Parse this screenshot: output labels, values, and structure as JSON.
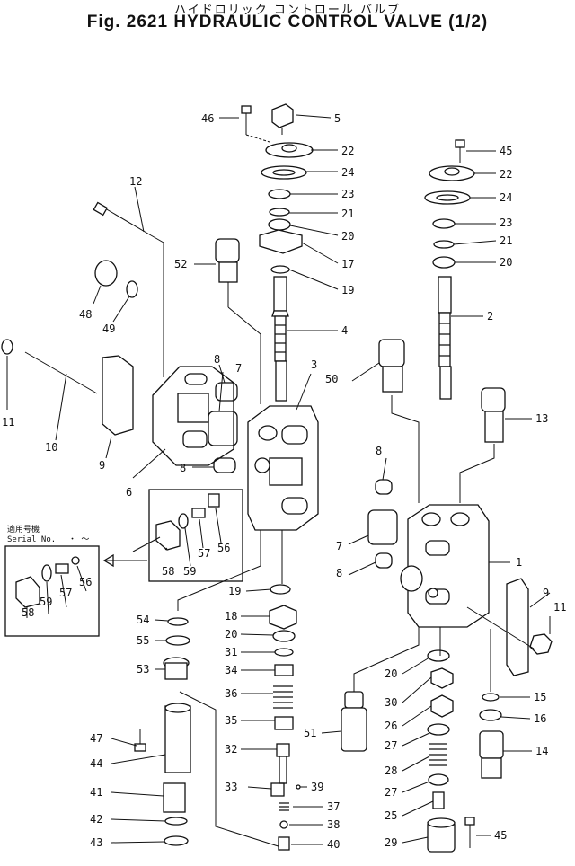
{
  "title_jp": "ハイドロリック コントロール バルブ",
  "title_en": "Fig. 2621 HYDRAULIC CONTROL VALVE (1/2)",
  "serial_box": {
    "label_jp": "適用号機",
    "label_en": "Serial No.",
    "range": "・ ～"
  },
  "callouts": {
    "p46": "46",
    "p5": "5",
    "p22a": "22",
    "p45a": "45",
    "p22b": "22",
    "p24a": "24",
    "p24b": "24",
    "p23a": "23",
    "p23b": "23",
    "p21a": "21",
    "p21b": "21",
    "p20a": "20",
    "p20b": "20",
    "p17": "17",
    "p19a": "19",
    "p2": "2",
    "p4": "4",
    "p12": "12",
    "p52": "52",
    "p48": "48",
    "p49": "49",
    "p8a": "8",
    "p7a": "7",
    "p3": "3",
    "p50": "50",
    "p13": "13",
    "p11a": "11",
    "p10": "10",
    "p9a": "9",
    "p8b": "8",
    "p6": "6",
    "p58a": "58",
    "p59a": "59",
    "p57a": "57",
    "p56a": "56",
    "p8c": "8",
    "p7b": "7",
    "p8d": "8",
    "p1": "1",
    "p9b": "9",
    "p11b": "11",
    "p56b": "56",
    "p57b": "57",
    "p58b": "58",
    "p59b": "59",
    "p19b": "19",
    "p54": "54",
    "p18": "18",
    "p55": "55",
    "p20c": "20",
    "p53": "53",
    "p31": "31",
    "p34": "34",
    "p36": "36",
    "p35": "35",
    "p20d": "20",
    "p30": "30",
    "p15": "15",
    "p16": "16",
    "p26": "26",
    "p51": "51",
    "p27a": "27",
    "p14": "14",
    "p47": "47",
    "p32": "32",
    "p28": "28",
    "p44": "44",
    "p33": "33",
    "p39": "39",
    "p27b": "27",
    "p41": "41",
    "p37": "37",
    "p25": "25",
    "p42": "42",
    "p38": "38",
    "p45b": "45",
    "p43": "43",
    "p40": "40",
    "p29": "29"
  }
}
